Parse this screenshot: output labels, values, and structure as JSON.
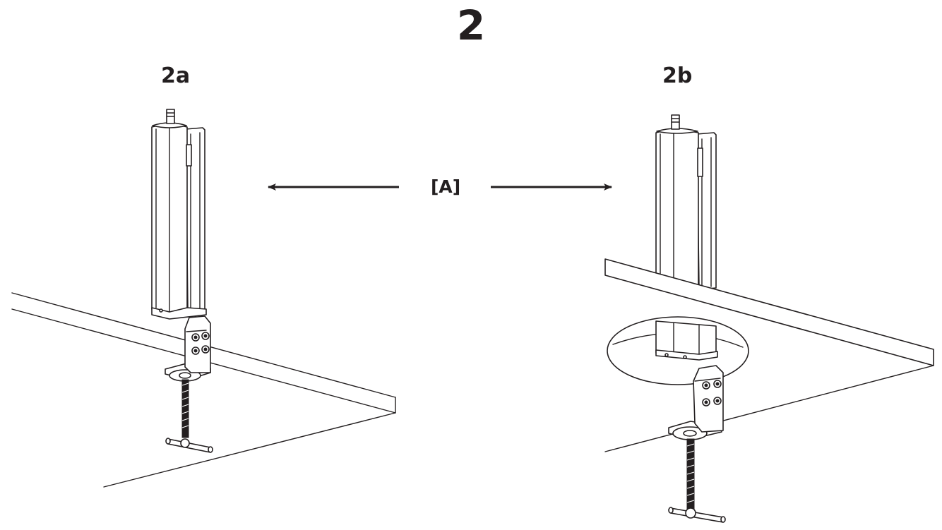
{
  "title": "2",
  "figures": [
    {
      "label": "2a"
    },
    {
      "label": "2b"
    }
  ],
  "callout": "[A]",
  "colors": {
    "line": "#231f20",
    "background": "#ffffff"
  }
}
